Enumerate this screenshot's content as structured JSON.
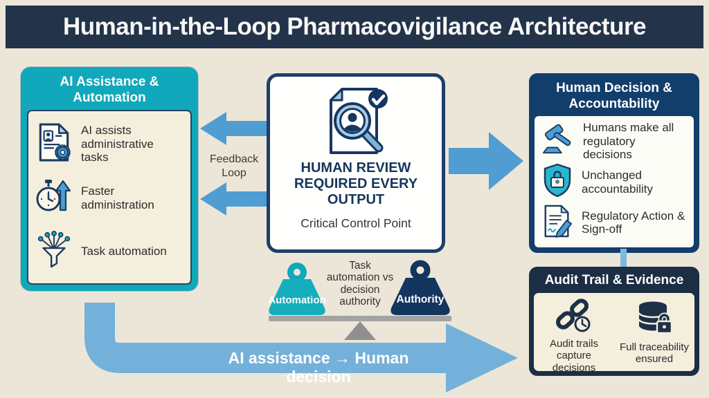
{
  "title": "Human-in-the-Loop Pharmacovigilance Architecture",
  "left_panel": {
    "title": "AI Assistance & Automation",
    "items": [
      {
        "icon": "document-gear-icon",
        "label": "AI assists administrative tasks"
      },
      {
        "icon": "stopwatch-arrow-icon",
        "label": "Faster administration"
      },
      {
        "icon": "funnel-network-icon",
        "label": "Task automation"
      }
    ]
  },
  "feedback": {
    "label": "Feedback Loop"
  },
  "center_panel": {
    "icon": "document-review-icon",
    "heading_line1": "HUMAN REVIEW",
    "heading_line2": "REQUIRED EVERY OUTPUT",
    "subheading": "Critical Control Point"
  },
  "right_panel": {
    "title": "Human Decision & Accountability",
    "items": [
      {
        "icon": "gavel-icon",
        "label": "Humans make all regulatory decisions"
      },
      {
        "icon": "shield-lock-icon",
        "label": "Unchanged accountability"
      },
      {
        "icon": "document-pen-icon",
        "label": "Regulatory Action & Sign-off"
      }
    ]
  },
  "audit_panel": {
    "title": "Audit Trail & Evidence",
    "items": [
      {
        "icon": "chain-clock-icon",
        "label": "Audit trails capture decisions"
      },
      {
        "icon": "database-lock-icon",
        "label": "Full traceability ensured"
      }
    ]
  },
  "scale": {
    "caption": "Task automation vs decision authority",
    "left_weight_label": "Automation",
    "right_weight_label": "Authority"
  },
  "bottom_arrow": {
    "label": "AI assistance → Human decision"
  },
  "colors": {
    "header_bg": "#22334a",
    "teal": "#10a8ba",
    "navy": "#123e6b",
    "dark_navy": "#1c2e44",
    "arrow_blue": "#4f9dd2",
    "arrow_light_blue": "#74b1da",
    "cream_bg": "#ece6d8",
    "panel_cream": "#f4eedd",
    "heading_navy": "#16355d"
  }
}
